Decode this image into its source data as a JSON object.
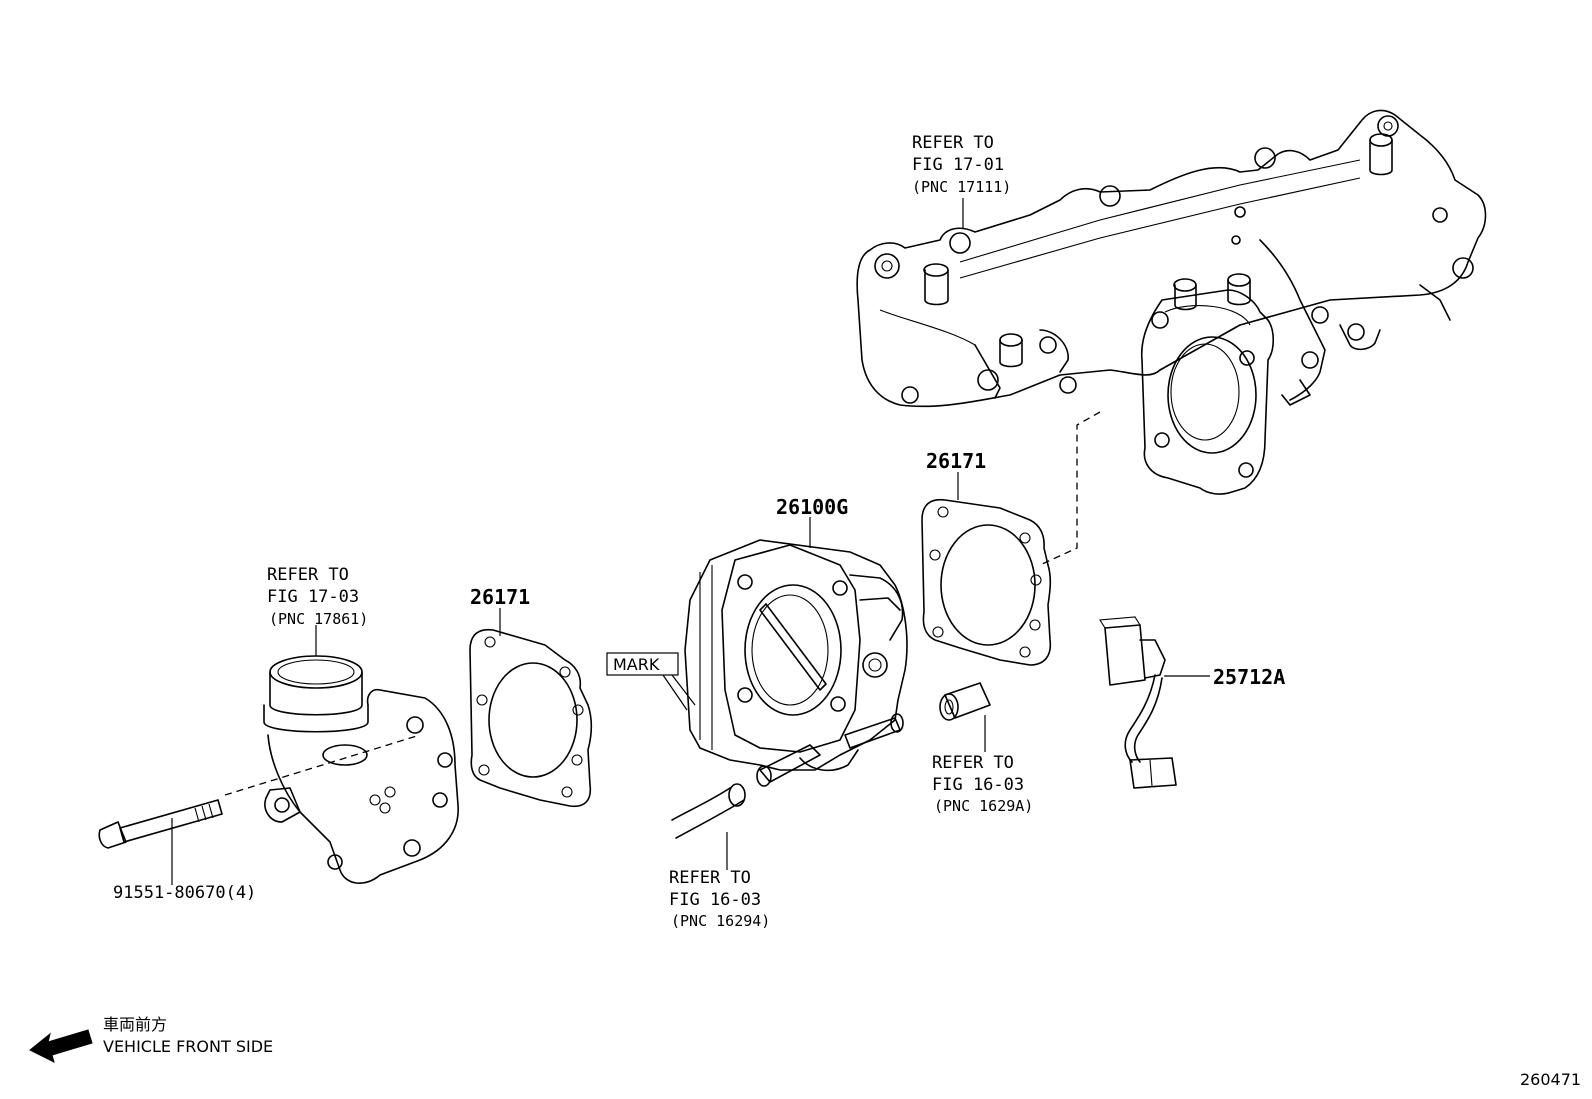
{
  "labels": {
    "manifold_refer": [
      "REFER TO",
      "FIG 17-01",
      "(PNC 17111)"
    ],
    "intake_refer": [
      "REFER TO",
      "FIG 17-03",
      "(PNC 17861)"
    ],
    "hose_left_refer": [
      "REFER TO",
      "FIG 16-03",
      "(PNC 16294)"
    ],
    "hose_right_refer": [
      "REFER TO",
      "FIG 16-03",
      "(PNC 1629A)"
    ],
    "gasket_left": "26171",
    "gasket_right": "26171",
    "throttle_body": "26100G",
    "sensor": "25712A",
    "bolt": "91551-80670(4)",
    "mark": "MARK",
    "direction_jp": "車両前方",
    "direction_en": "VEHICLE FRONT SIDE",
    "figure_number": "260471"
  }
}
